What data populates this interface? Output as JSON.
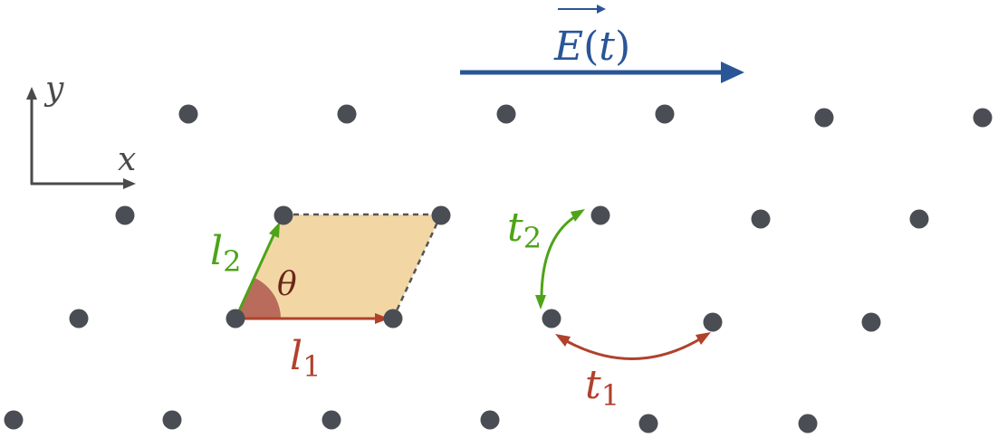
{
  "field": {
    "symbol": "E",
    "arg": "t",
    "color": "#2a5597"
  },
  "axes": {
    "x": "x",
    "y": "y",
    "color": "#4a4a4a"
  },
  "cell": {
    "l1": {
      "sym": "l",
      "sub": "1",
      "color": "#b0422c"
    },
    "l2": {
      "sym": "l",
      "sub": "2",
      "color": "#4ea317"
    },
    "theta": "θ",
    "fill": "#f2d7a5",
    "angle_color": "#b96b5c",
    "theta_color": "#6a2518"
  },
  "hopping": {
    "t1": {
      "sym": "t",
      "sub": "1",
      "color": "#b0422c"
    },
    "t2": {
      "sym": "t",
      "sub": "2",
      "color": "#4ea317"
    }
  },
  "lattice": {
    "point_color": "#4a4e54"
  }
}
